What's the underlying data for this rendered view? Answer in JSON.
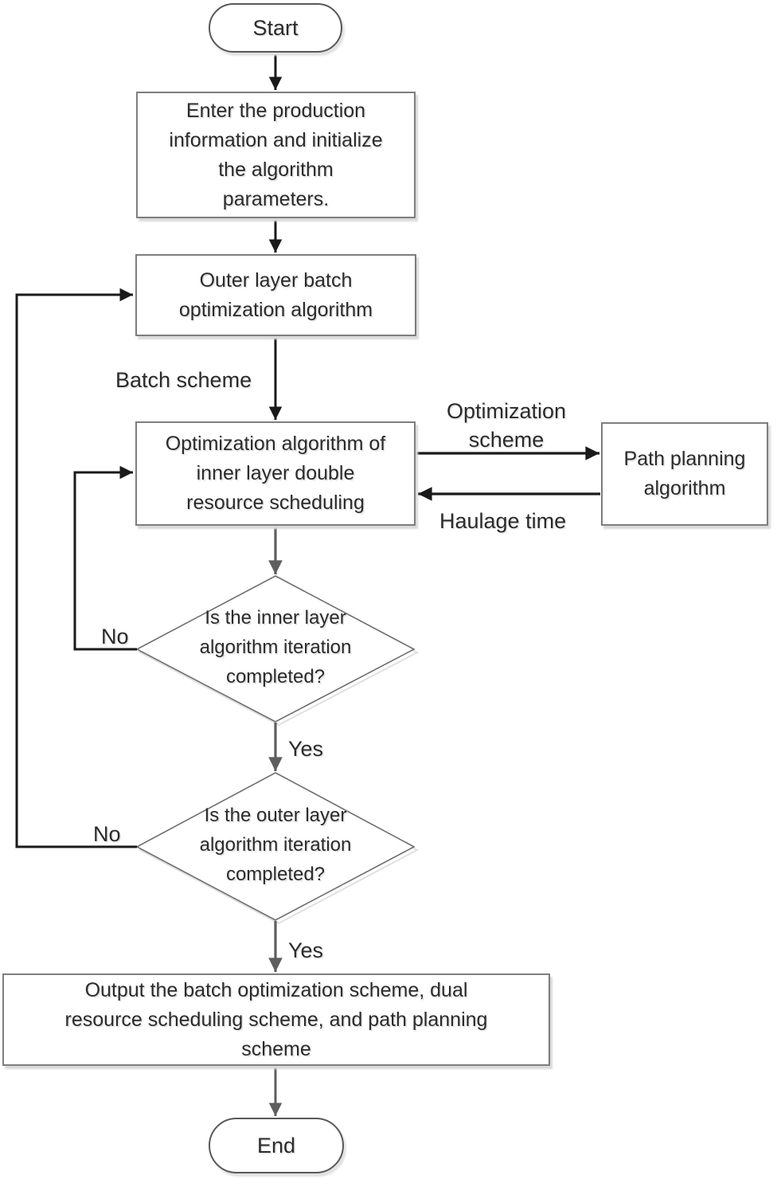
{
  "flowchart": {
    "start": {
      "label": "Start"
    },
    "init": {
      "lines": [
        "Enter the production",
        "information and initialize",
        "the algorithm",
        "parameters."
      ]
    },
    "outer_batch": {
      "lines": [
        "Outer layer batch",
        "optimization algorithm"
      ]
    },
    "inner_scheduling": {
      "lines": [
        "Optimization algorithm of",
        "inner layer double",
        "resource scheduling"
      ]
    },
    "path_planning": {
      "lines": [
        "Path planning",
        "algorithm"
      ]
    },
    "decision_inner": {
      "lines": [
        "Is the inner layer",
        "algorithm iteration",
        "completed?"
      ]
    },
    "decision_outer": {
      "lines": [
        "Is the outer layer",
        "algorithm iteration",
        "completed?"
      ]
    },
    "output": {
      "lines": [
        "Output the batch optimization scheme, dual",
        "resource scheduling scheme, and path planning",
        "scheme"
      ]
    },
    "end": {
      "label": "End"
    }
  },
  "edge_labels": {
    "batch_scheme": "Batch scheme",
    "optimization_scheme": {
      "lines": [
        "Optimization",
        "scheme"
      ]
    },
    "haulage_time": "Haulage time",
    "no_inner": "No",
    "yes_inner": "Yes",
    "no_outer": "No",
    "yes_outer": "Yes"
  },
  "colors": {
    "arrow_black": "#1a1a1a",
    "arrow_gray": "#5e5e5e",
    "box_border": "#7e7e7e",
    "diamond_border": "#6e6e6e",
    "shadow": "#d9d9d9",
    "text": "#2b2b2b",
    "background": "#ffffff"
  }
}
